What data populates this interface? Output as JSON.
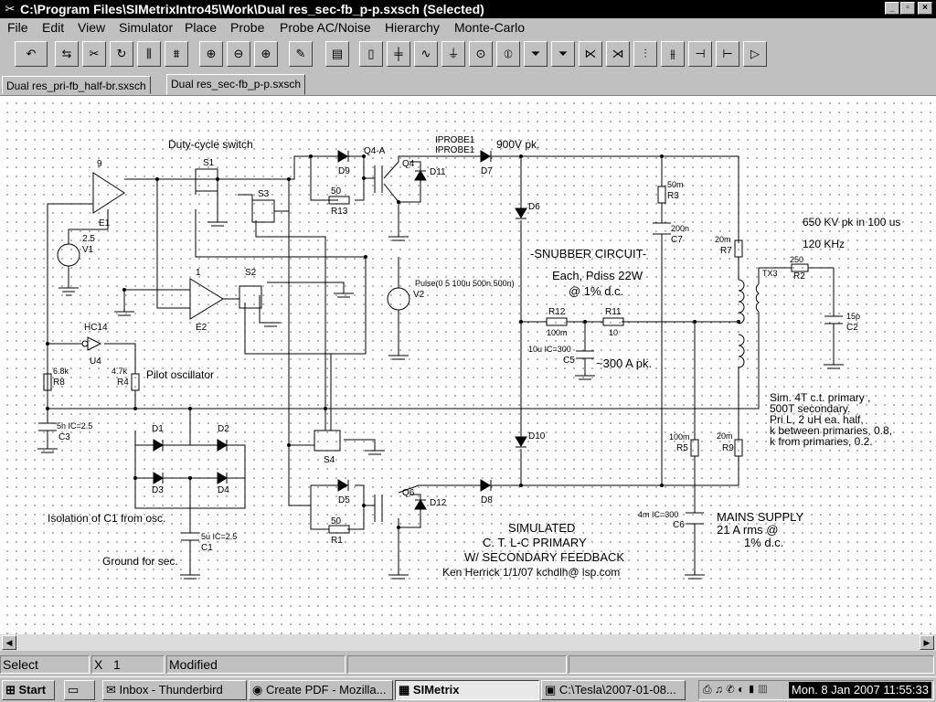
{
  "window": {
    "title": "C:\\Program Files\\SIMetrixIntro45\\Work\\Dual res_sec-fb_p-p.sxsch (Selected)"
  },
  "menu": [
    "File",
    "Edit",
    "View",
    "Simulator",
    "Place",
    "Probe",
    "Probe AC/Noise",
    "Hierarchy",
    "Monte-Carlo"
  ],
  "tabs": [
    {
      "label": "Dual res_pri-fb_half-br.sxsch",
      "active": false
    },
    {
      "label": "Dual res_sec-fb_p-p.sxsch",
      "active": true
    }
  ],
  "schematic": {
    "labels": {
      "duty": "Duty-cycle switch",
      "pilot": "Pilot oscillator",
      "isolation": "Isolation of C1 from osc.",
      "ground_sec": "Ground for sec.",
      "v900": "900V pk.",
      "iprobe1": "IPROBE1",
      "iprobe2": "IPROBE1",
      "snubber": "-SNUBBER CIRCUIT-",
      "pdiss1": "Each, Pdiss 22W",
      "pdiss2": "@ 1% d.c.",
      "amp300": "~300 A pk.",
      "kv650": "650 KV pk in 100 us",
      "khz": "120 KHz",
      "sim1": "Sim. 4T c.t. primary ,",
      "sim2": "500T secondary.",
      "sim3": "Pri L, 2 uH ea. half,",
      "sim4": "k between primaries, 0.8,",
      "sim5": "k from primaries, 0.2.",
      "mains1": "MAINS SUPPLY",
      "mains2": "21 A rms @",
      "mains3": "1% d.c.",
      "title1": "SIMULATED",
      "title2": "C. T.  L-C  PRIMARY",
      "title3": "W/ SECONDARY FEEDBACK",
      "title4": "Ken Herrick 1/1/07 kchdlh@ isp.com",
      "pulse": "Pulse(0 5  100u 500n 500n)",
      "e1": "E1",
      "e1n": "9",
      "e2": "E2",
      "e2n": "1",
      "v1": "V1",
      "v1v": "2.5",
      "v2": "V2",
      "s1": "S1",
      "s2": "S2",
      "s3": "S3",
      "s4": "S4",
      "d1": "D1",
      "d2": "D2",
      "d3": "D3",
      "d4": "D4",
      "d5": "D5",
      "d6": "D6",
      "d7": "D7",
      "d8": "D8",
      "d9": "D9",
      "d10": "D10",
      "d11": "D11",
      "d12": "D12",
      "q4a": "Q4-A",
      "q4": "Q4",
      "q6": "Q6",
      "r13": "R13",
      "r13v": "50",
      "r1": "R1",
      "r1v": "50",
      "r3": "R3",
      "r3v": "50m",
      "c7": "C7",
      "c7v": "200n",
      "r7": "R7",
      "r7v": "20m",
      "r2": "R2",
      "r2v": "250",
      "c2": "C2",
      "c2v": "15p",
      "tx3": "TX3",
      "r12": "R12",
      "r12v": "100m",
      "r11": "R11",
      "r11v": "10",
      "c5": "C5",
      "c5v": "10u IC=300",
      "r5": "R5",
      "r5v": "100m",
      "r9": "R9",
      "r9v": "20m",
      "c6": "C6",
      "c6v": "4m IC=300",
      "r8": "R8",
      "r8v": "6.8k",
      "r4": "R4",
      "r4v": "4.7k",
      "c3": "C3",
      "c3v": "5n IC=2.5",
      "c1": "C1",
      "c1v": "5u IC=2.5",
      "hc14": "HC14",
      "u4": "U4"
    }
  },
  "status": {
    "mode": "Select",
    "x_label": "X",
    "x_value": "1",
    "modified": "Modified"
  },
  "taskbar": {
    "start": "Start",
    "items": [
      "Inbox - Thunderbird",
      "Create PDF - Mozilla...",
      "SIMetrix",
      "C:\\Tesla\\2007-01-08..."
    ],
    "clock": "Mon. 8 Jan 2007  11:55:33"
  }
}
